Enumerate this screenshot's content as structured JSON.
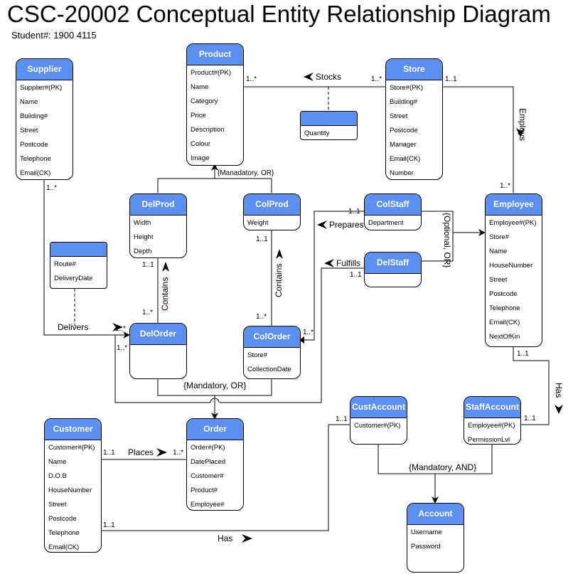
{
  "title": "CSC-20002 Conceptual Entity Relationship Diagram",
  "student": "Student#: 1900 4115",
  "entities": {
    "product": {
      "name": "Product",
      "attributes": [
        "Product#(PK)",
        "Name",
        "Category",
        "Price",
        "Description",
        "Colour",
        "Image"
      ]
    },
    "supplier": {
      "name": "Supplier",
      "attributes": [
        "Supplier#(PK)",
        "Name",
        "Building#",
        "Street",
        "Postcode",
        "Telephone",
        "Email(CK)"
      ]
    },
    "store": {
      "name": "Store",
      "attributes": [
        "Store#(PK)",
        "Building#",
        "Street",
        "Postcode",
        "Manager",
        "Email(CK)",
        "Number"
      ]
    },
    "stocks_attr": {
      "name": "",
      "attributes": [
        "Quantity"
      ]
    },
    "delprod": {
      "name": "DelProd",
      "attributes": [
        "Width",
        "Height",
        "Depth"
      ]
    },
    "colprod": {
      "name": "ColProd",
      "attributes": [
        "Weight"
      ]
    },
    "colstaff": {
      "name": "ColStaff",
      "attributes": [
        "Department"
      ]
    },
    "delstaff": {
      "name": "DelStaff",
      "attributes": []
    },
    "employee": {
      "name": "Employee",
      "attributes": [
        "Employee#(PK)",
        "Store#",
        "Name",
        "HouseNumber",
        "Street",
        "Postcode",
        "Telephone",
        "Email(CK)",
        "NextOfKin"
      ]
    },
    "delivers_attr": {
      "name": "",
      "attributes": [
        "Route#",
        "DeliveryDate"
      ]
    },
    "delorder": {
      "name": "DelOrder",
      "attributes": []
    },
    "colorder": {
      "name": "ColOrder",
      "attributes": [
        "Store#",
        "CollectionDate"
      ]
    },
    "customer": {
      "name": "Customer",
      "attributes": [
        "Customer#(PK)",
        "Name",
        "D.O.B",
        "HouseNumber",
        "Street",
        "Postcode",
        "Telephone",
        "Email(CK)"
      ]
    },
    "order": {
      "name": "Order",
      "attributes": [
        "Order#(PK)",
        "DatePlaced",
        "Customer#",
        "Product#",
        "Employee#"
      ]
    },
    "custaccount": {
      "name": "CustAccount",
      "attributes": [
        "Customer#(PK)"
      ]
    },
    "staffaccount": {
      "name": "StaffAccount",
      "attributes": [
        "Employee#(PK)",
        "PermissionLvl"
      ]
    },
    "account": {
      "name": "Account",
      "attributes": [
        "Username",
        "Password"
      ]
    }
  },
  "relationships": {
    "stocks": "Stocks",
    "employs": "Employs",
    "prepares": "Prepares",
    "fulfills": "Fulfills",
    "delivers": "Delivers",
    "contains_del": "Contains",
    "contains_col": "Contains",
    "places": "Places",
    "has_staff": "Has",
    "has_cust": "Has"
  },
  "constraints": {
    "product_sub": "{Manadatory, OR}",
    "order_sub": "{Mandatory, OR}",
    "staff_sub": "{Optional, OR}",
    "account_sub": "{Mandatory, AND}"
  },
  "multiplicities": {
    "product_stocks": "1..*",
    "store_stocks": "1..*",
    "store_employs": "1..1",
    "employee_employs": "1..*",
    "supplier_delivers": "1..*",
    "delorder_delivers": "1..*",
    "delorder_left": "1..*",
    "delprod_contains": "1..1",
    "delorder_contains": "1..*",
    "colprod_contains": "1..1",
    "colorder_contains": "1..*",
    "colstaff_prepares": "1..1",
    "colorder_prepares": "1..*",
    "delstaff_fulfills": "1..1",
    "employee_has": "1..1",
    "staffaccount_has": "1..1",
    "custaccount_has": "1..1",
    "customer_has": "1..1",
    "customer_places": "1..1",
    "order_places": "1..*"
  }
}
